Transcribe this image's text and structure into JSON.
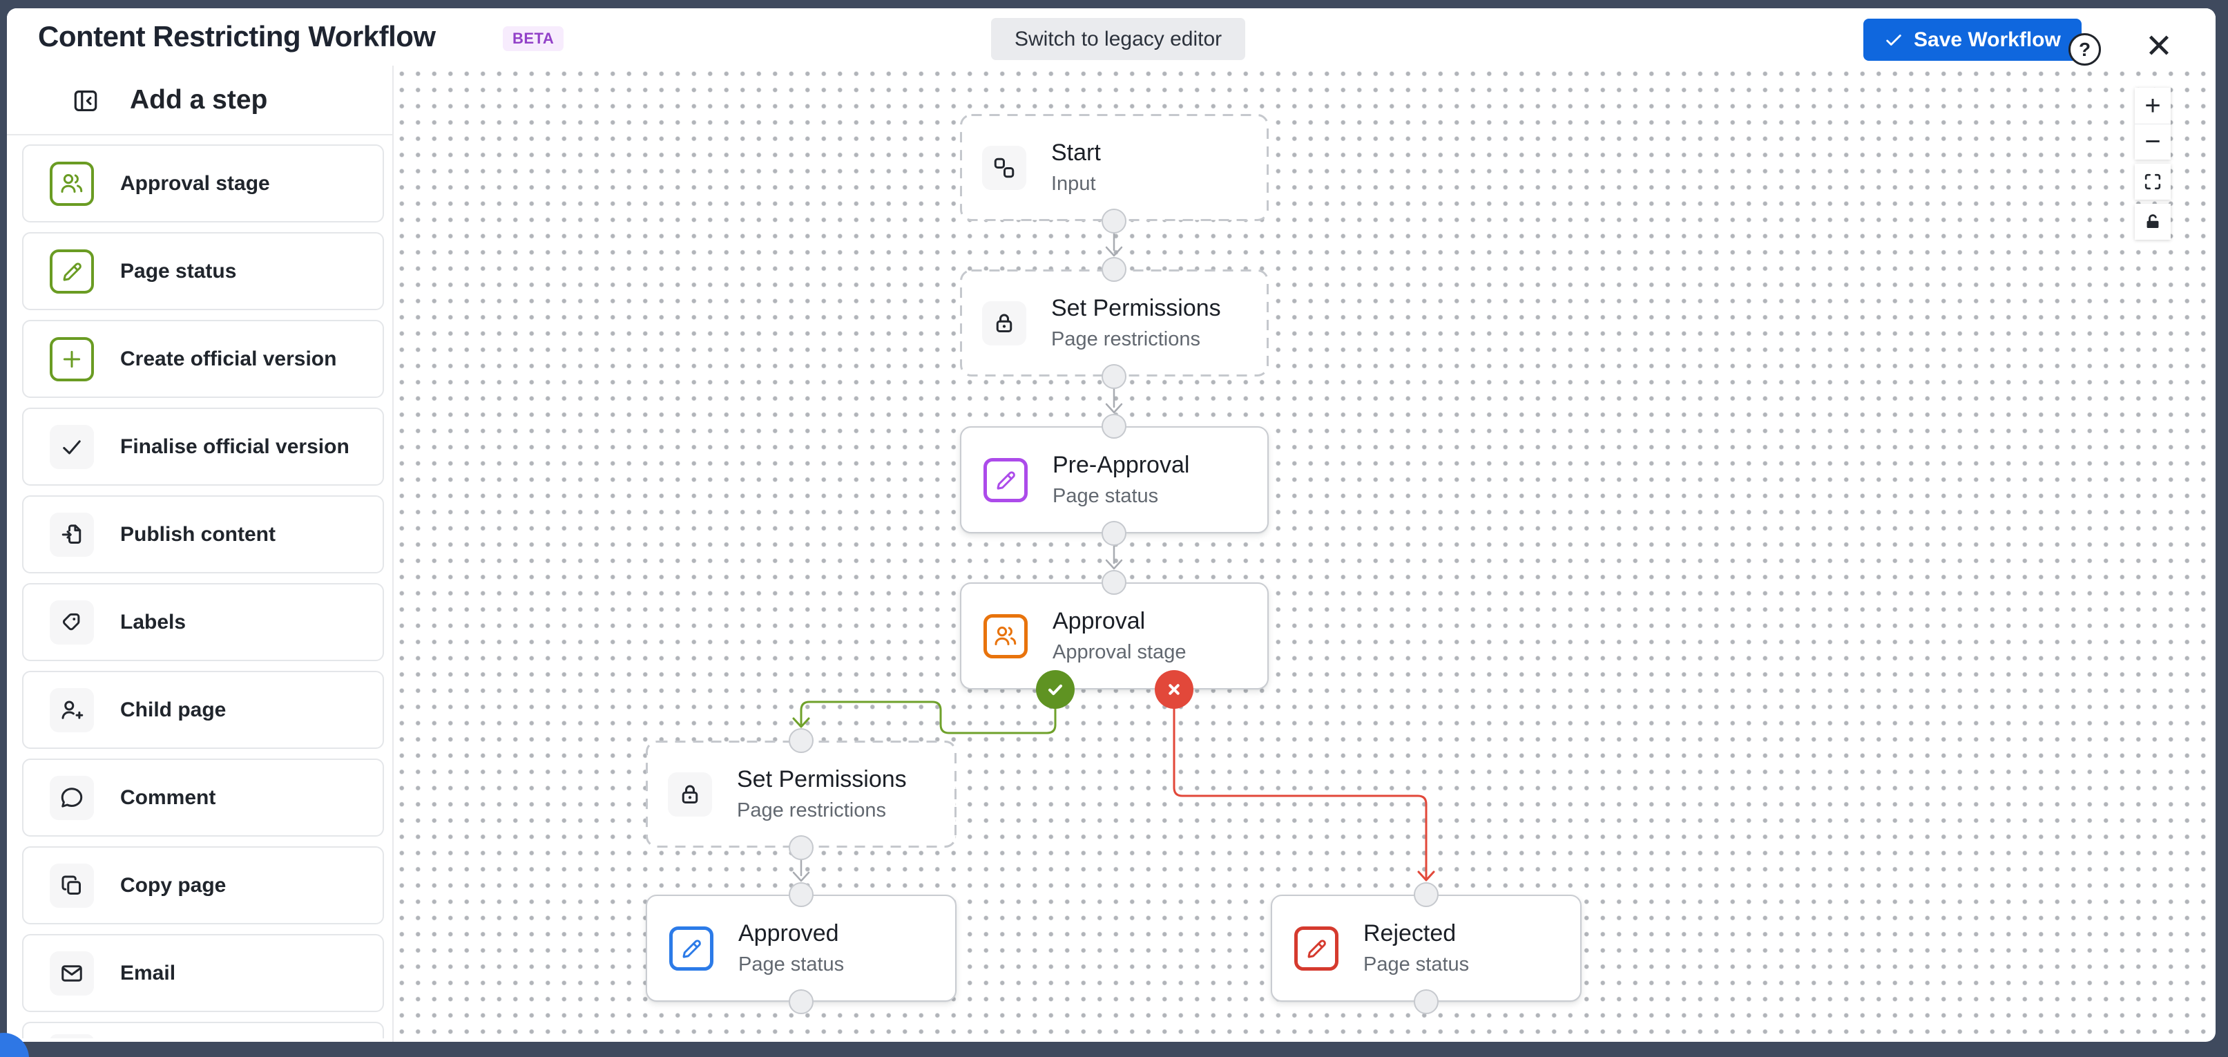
{
  "header": {
    "title": "Content Restricting Workflow",
    "beta_badge": "BETA",
    "switch_editor_button": "Switch to legacy editor",
    "save_button": "Save Workflow"
  },
  "icons": {
    "help": "?",
    "close": "✕",
    "zoom_in": "+",
    "zoom_out": "−"
  },
  "sidebar": {
    "title": "Add a step",
    "items": [
      {
        "label": "Approval stage",
        "icon": "people-icon",
        "variant": "green-outline"
      },
      {
        "label": "Page status",
        "icon": "pencil-icon",
        "variant": "green-outline"
      },
      {
        "label": "Create official version",
        "icon": "plus-icon",
        "variant": "green-outline"
      },
      {
        "label": "Finalise official version",
        "icon": "check-icon",
        "variant": "gray"
      },
      {
        "label": "Publish content",
        "icon": "publish-icon",
        "variant": "gray"
      },
      {
        "label": "Labels",
        "icon": "tag-icon",
        "variant": "gray"
      },
      {
        "label": "Child page",
        "icon": "person-add-icon",
        "variant": "gray"
      },
      {
        "label": "Comment",
        "icon": "comment-icon",
        "variant": "gray"
      },
      {
        "label": "Copy page",
        "icon": "copy-icon",
        "variant": "gray"
      },
      {
        "label": "Email",
        "icon": "email-icon",
        "variant": "gray"
      }
    ]
  },
  "canvas": {
    "nodes": [
      {
        "id": "start",
        "title": "Start",
        "subtitle": "Input",
        "icon": "flow-icon",
        "border": "dashed",
        "icon_variant": "gray"
      },
      {
        "id": "set-permissions-1",
        "title": "Set Permissions",
        "subtitle": "Page restrictions",
        "icon": "lock-icon",
        "border": "dashed",
        "icon_variant": "gray"
      },
      {
        "id": "pre-approval",
        "title": "Pre-Approval",
        "subtitle": "Page status",
        "icon": "pencil-icon",
        "border": "solid",
        "icon_variant": "purple-outline"
      },
      {
        "id": "approval",
        "title": "Approval",
        "subtitle": "Approval stage",
        "icon": "people-icon",
        "border": "solid",
        "icon_variant": "orange-outline"
      },
      {
        "id": "set-permissions-2",
        "title": "Set Permissions",
        "subtitle": "Page restrictions",
        "icon": "lock-icon",
        "border": "dashed",
        "icon_variant": "gray"
      },
      {
        "id": "approved",
        "title": "Approved",
        "subtitle": "Page status",
        "icon": "pencil-icon",
        "border": "solid",
        "icon_variant": "blue-outline"
      },
      {
        "id": "rejected",
        "title": "Rejected",
        "subtitle": "Page status",
        "icon": "pencil-icon",
        "border": "solid",
        "icon_variant": "red-outline"
      }
    ],
    "branch_badges": [
      {
        "name": "approve",
        "icon": "check-icon"
      },
      {
        "name": "reject",
        "icon": "cross-icon"
      }
    ],
    "zoom_controls": [
      "zoom-in",
      "zoom-out",
      "fit-view",
      "unlock"
    ]
  },
  "colors": {
    "accent_blue": "#0F67DE",
    "beta_purple": "#9241C8",
    "step_green": "#6A9C23",
    "node_purple": "#AC4BEA",
    "node_orange": "#E8730C",
    "node_blue": "#2C7BE8",
    "node_red": "#D53A2E",
    "approve_green": "#5F9322",
    "reject_red": "#E2483A",
    "backdrop": "#3F4A5E"
  }
}
